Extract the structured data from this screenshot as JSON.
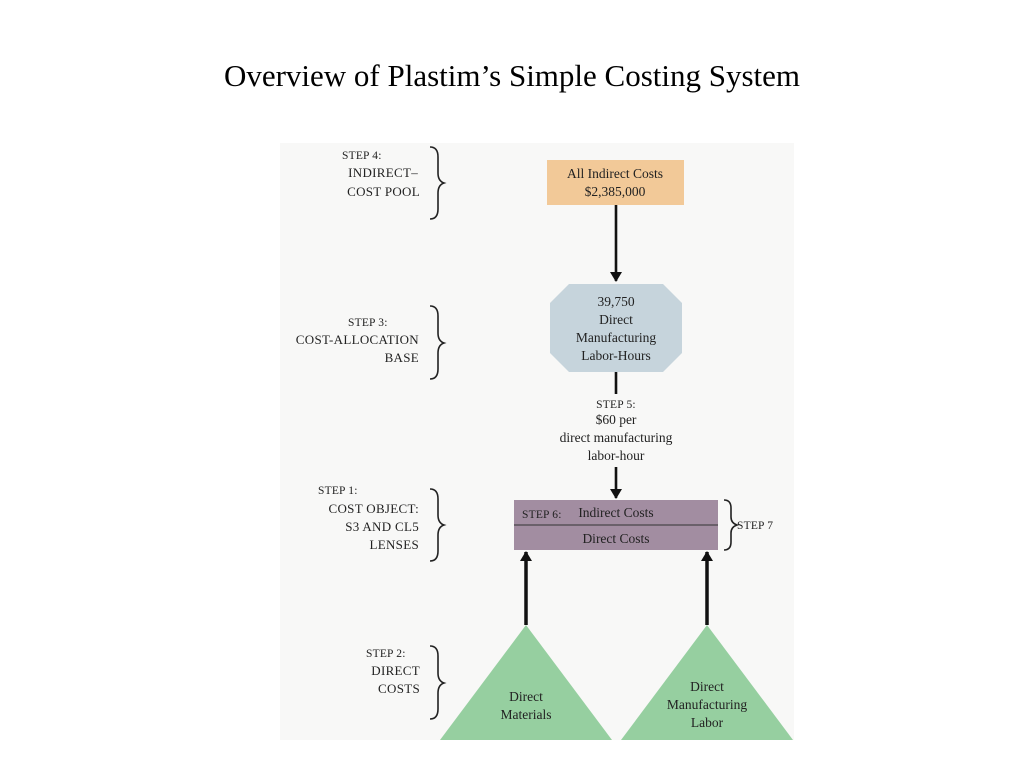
{
  "title": "Overview of Plastim’s Simple Costing System",
  "colors": {
    "pool": "#f2c998",
    "base": "#c6d4dc",
    "object": "#a28da1",
    "direct": "#96cfa0",
    "arrow": "#111111"
  },
  "step4": {
    "step": "STEP 4:",
    "line1": "INDIRECT–",
    "line2": "COST POOL"
  },
  "step3": {
    "step": "STEP 3:",
    "line1": "COST-ALLOCATION",
    "line2": "BASE"
  },
  "step1": {
    "step": "STEP 1:",
    "line1": "COST OBJECT:",
    "line2": "S3 AND CL5",
    "line3": "LENSES"
  },
  "step2": {
    "step": "STEP 2:",
    "line1": "DIRECT",
    "line2": "COSTS"
  },
  "pool_box": {
    "line1": "All Indirect Costs",
    "line2": "$2,385,000"
  },
  "base_box": {
    "line1": "39,750",
    "line2": "Direct",
    "line3": "Manufacturing",
    "line4": "Labor-Hours"
  },
  "step5": {
    "step": "STEP 5:",
    "line1": "$60 per",
    "line2": "direct manufacturing",
    "line3": "labor-hour"
  },
  "object_box": {
    "step6": "STEP 6:",
    "indirect": "Indirect Costs",
    "direct": "Direct Costs"
  },
  "step7": "STEP 7",
  "materials": {
    "line1": "Direct",
    "line2": "Materials"
  },
  "labor": {
    "line1": "Direct",
    "line2": "Manufacturing",
    "line3": "Labor"
  }
}
